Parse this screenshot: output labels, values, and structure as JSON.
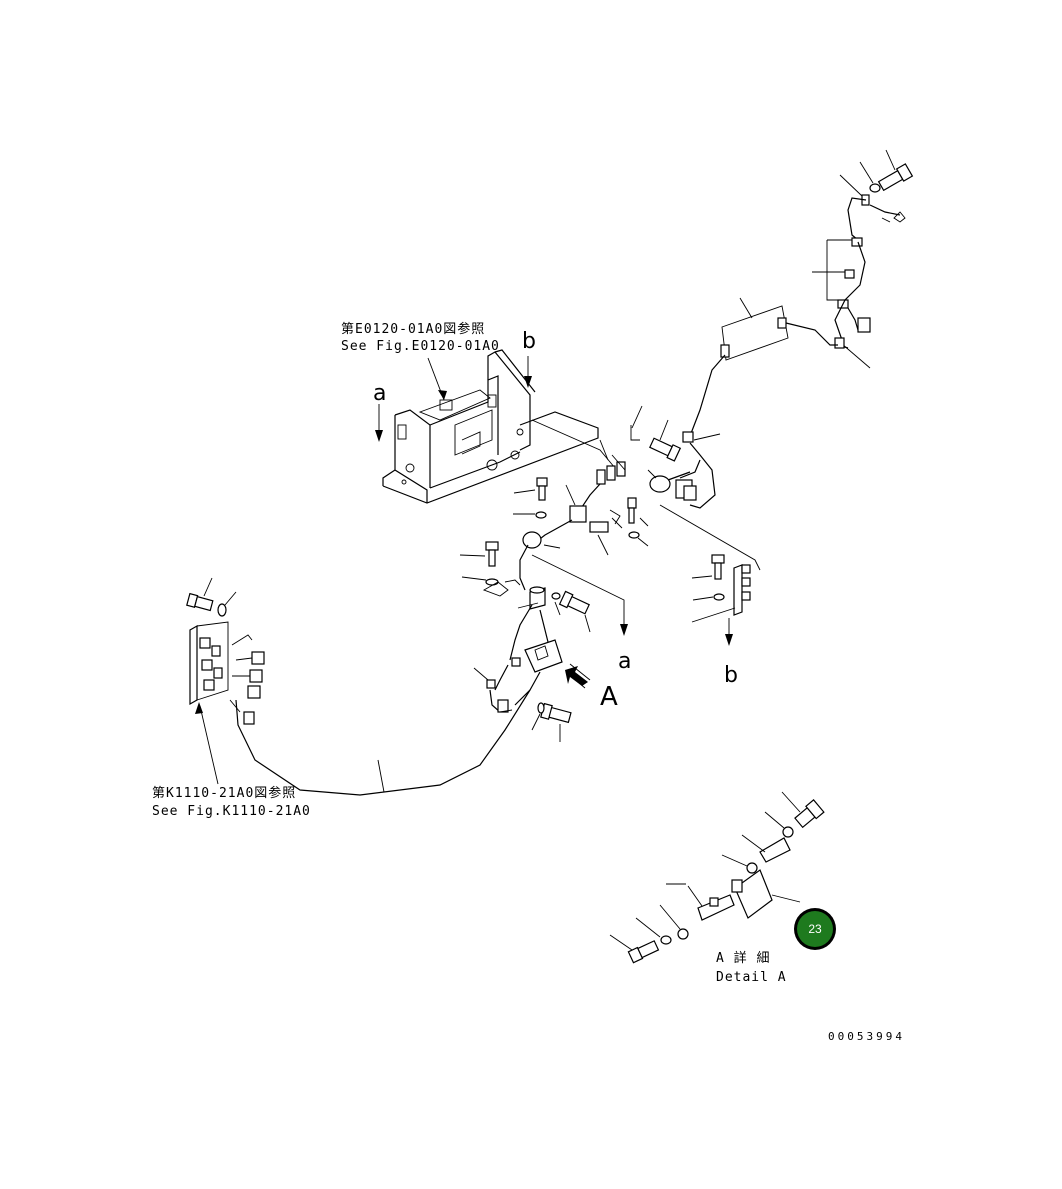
{
  "references": {
    "upper_jp": "第E0120-01A0図参照",
    "upper_en": "See Fig.E0120-01A0",
    "lower_jp": "第K1110-21A0図参照",
    "lower_en": "See Fig.K1110-21A0"
  },
  "view_markers": {
    "a_top": "a",
    "b_top": "b",
    "a_bottom": "a",
    "b_bottom": "b",
    "view_A": "A"
  },
  "detail": {
    "title_jp": "A 詳 細",
    "title_en": "Detail A"
  },
  "badge": {
    "number": "23",
    "color": "#1e7a1e"
  },
  "drawing_number": "00053994"
}
